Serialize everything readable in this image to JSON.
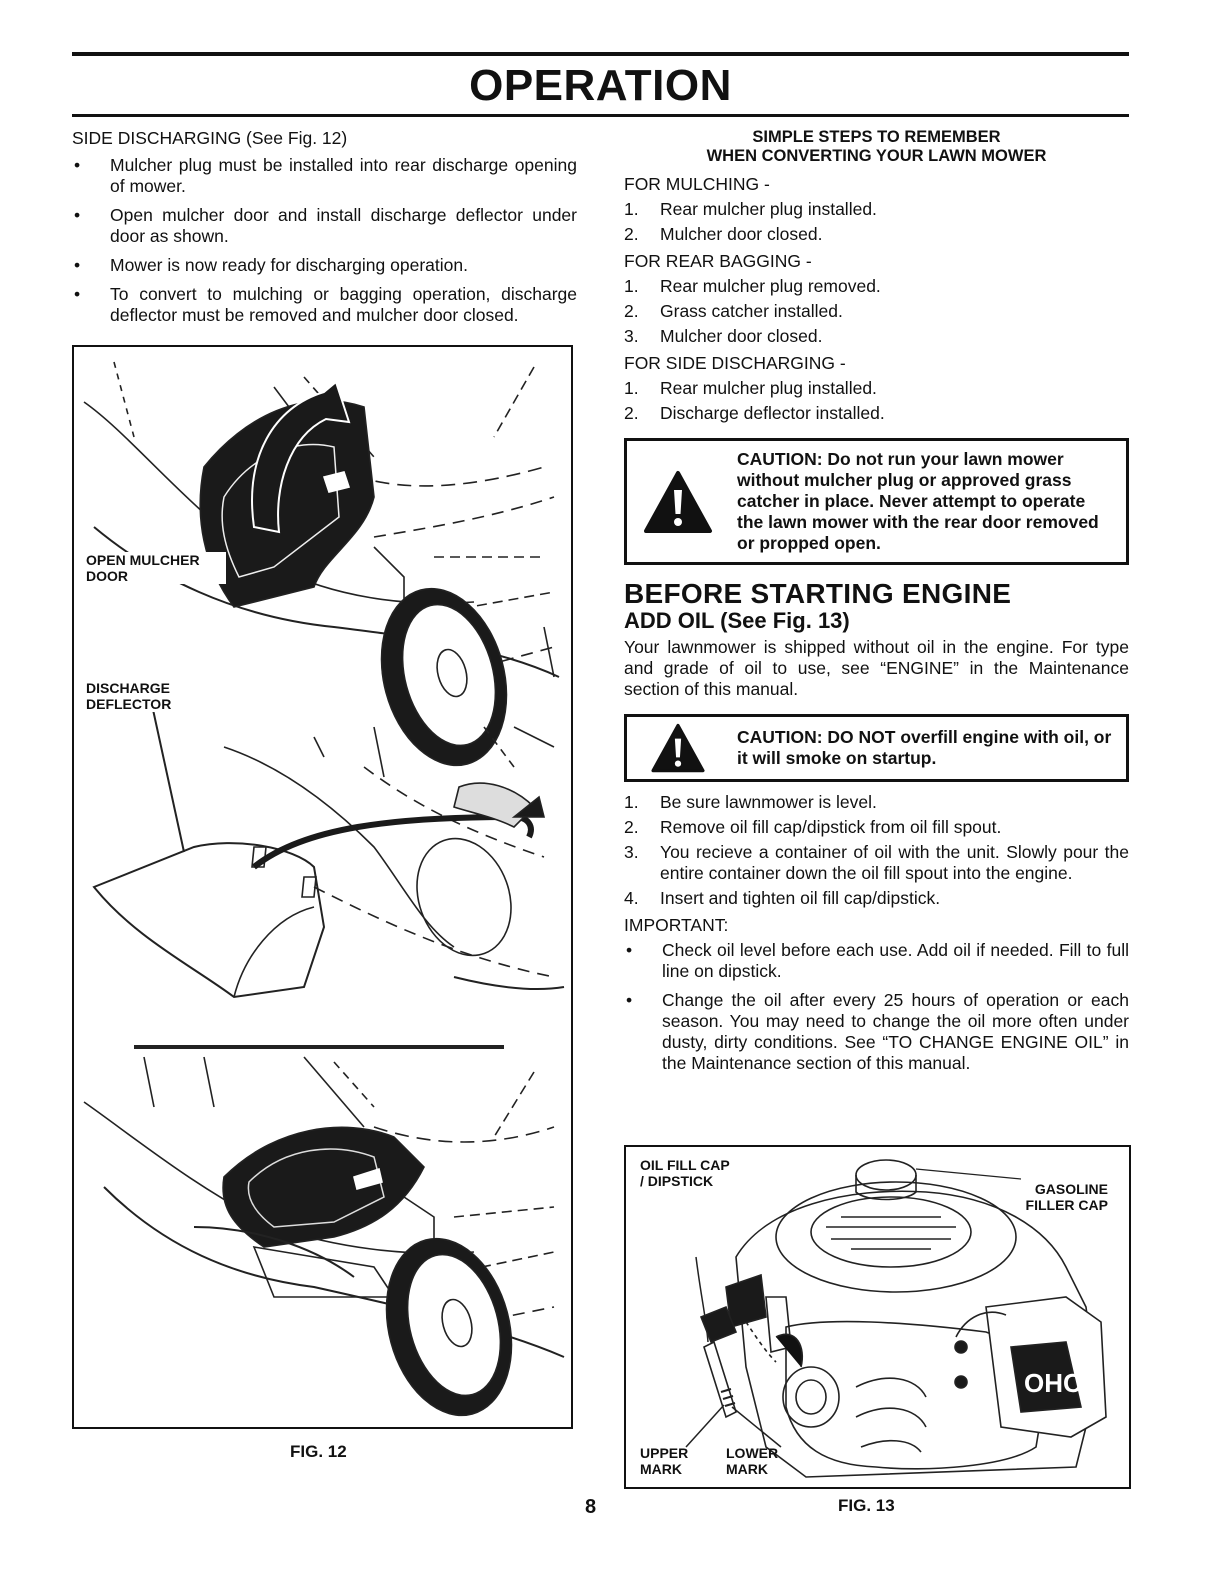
{
  "page": {
    "title": "OPERATION",
    "number": "8"
  },
  "left": {
    "heading": "SIDE DISCHARGING (See Fig. 12)",
    "bullets": [
      "Mulcher plug must be installed into rear discharge opening of mower.",
      "Open mulcher door and install discharge deflector under door as shown.",
      "Mower is now ready for discharging operation.",
      "To convert to mulching or bagging operation, discharge deflector must be removed and mulcher door closed."
    ],
    "fig12": {
      "label_open": "OPEN MULCHER DOOR",
      "label_deflector": "DISCHARGE DEFLECTOR",
      "caption": "FIG. 12"
    }
  },
  "right": {
    "steps_heading_1": "SIMPLE STEPS TO REMEMBER",
    "steps_heading_2": "WHEN CONVERTING YOUR LAWN MOWER",
    "mulching": {
      "title": "FOR MULCHING -",
      "items": [
        "Rear mulcher plug installed.",
        "Mulcher door closed."
      ]
    },
    "bagging": {
      "title": "FOR REAR BAGGING -",
      "items": [
        "Rear mulcher plug removed.",
        "Grass catcher installed.",
        "Mulcher door closed."
      ]
    },
    "side": {
      "title": "FOR SIDE DISCHARGING -",
      "items": [
        "Rear mulcher plug installed.",
        "Discharge deflector installed."
      ]
    },
    "caution1": "CAUTION: Do not run your lawn mower without mulcher plug or approved grass catcher in place. Never attempt to operate the lawn mower with the rear door removed or propped open.",
    "before_heading": "BEFORE STARTING ENGINE",
    "add_oil_heading": "ADD OIL (See Fig. 13)",
    "add_oil_text": "Your lawnmower is shipped without oil in the engine. For type and grade of oil to use, see “ENGINE” in the Maintenance section of this manual.",
    "caution2": "CAUTION: DO NOT overfill engine with oil, or it will smoke on startup.",
    "oil_steps": [
      "Be sure lawnmower is level.",
      "Remove oil fill cap/dipstick from oil fill spout.",
      "You recieve a container of oil with the unit. Slowly pour the entire container down the oil fill spout into the engine.",
      "Insert and tighten oil fill cap/dipstick."
    ],
    "important": "IMPORTANT:",
    "important_bullets": [
      "Check oil level before each use. Add oil if needed. Fill to full line on dipstick.",
      "Change the oil after every 25 hours of operation or each season. You may need to change the oil more often under dusty, dirty conditions. See “TO CHANGE ENGINE OIL” in the Maintenance section of this manual."
    ],
    "fig13": {
      "label_cap": "OIL FILL CAP / DIPSTICK",
      "label_gas": "GASOLINE FILLER CAP",
      "label_upper": "UPPER MARK",
      "label_lower": "LOWER MARK",
      "engine_mark": "OHC",
      "caption": "FIG. 13"
    }
  }
}
